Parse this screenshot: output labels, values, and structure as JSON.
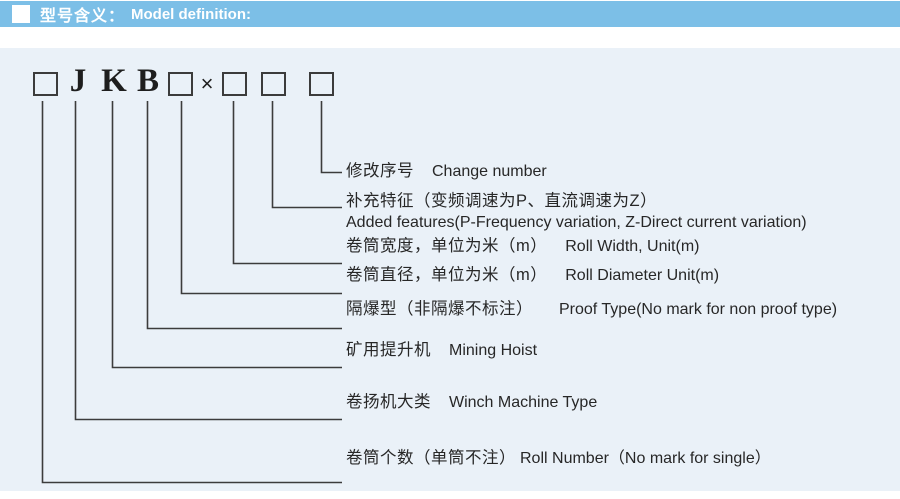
{
  "header": {
    "icon": "white-square",
    "title_cn": "型号含义：",
    "title_en": "Model definition:"
  },
  "model": {
    "letters": [
      "J",
      "K",
      "B"
    ],
    "multiply": "×",
    "boxes": 5
  },
  "rows": [
    {
      "cn": "修改序号",
      "en": "Change number"
    },
    {
      "cn": "补充特征（变频调速为P、直流调速为Z）",
      "en": "Added features(P-Frequency variation, Z-Direct current variation)"
    },
    {
      "cn": "卷筒宽度，单位为米（m）",
      "en": "Roll Width, Unit(m)"
    },
    {
      "cn": "卷筒直径，单位为米（m）",
      "en": "Roll Diameter Unit(m)"
    },
    {
      "cn": "隔爆型（非隔爆不标注）",
      "en": "Proof Type(No mark for non proof type)"
    },
    {
      "cn": "矿用提升机",
      "en": "Mining Hoist"
    },
    {
      "cn": "卷扬机大类",
      "en": "Winch Machine Type"
    },
    {
      "cn": "卷筒个数（单筒不注）",
      "en": "Roll Number（No mark for single）"
    }
  ],
  "colors": {
    "header_bg": "#7cbfe7",
    "panel_bg": "#eaf1f8",
    "line": "#3c3c3c",
    "text": "#272727"
  }
}
